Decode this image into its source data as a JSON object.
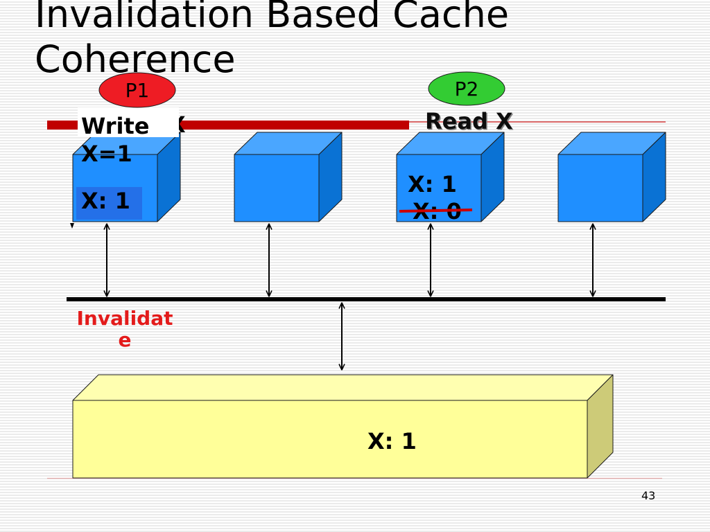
{
  "slide": {
    "title_line_1": "Invalidation Based Cache",
    "title_line_2": "Coherence",
    "slide_number": "43"
  },
  "processors": [
    {
      "label": "P1",
      "color": "#ee1c24"
    },
    {
      "label": "P2",
      "color": "#33cc33"
    }
  ],
  "p1_write": {
    "line_1": "Write",
    "line_2": "X=1",
    "clipped_fragment": "X"
  },
  "p2_read": {
    "label": "Read X"
  },
  "caches": [
    {
      "entries": [
        {
          "text": "X: 1",
          "struck": false
        }
      ]
    },
    {
      "entries": []
    },
    {
      "entries": [
        {
          "text": "X: 1",
          "struck": false
        },
        {
          "text": "X: 0",
          "struck": true
        }
      ]
    },
    {
      "entries": []
    }
  ],
  "bus": {
    "message_lines": [
      "Invalidat",
      "e"
    ]
  },
  "memory": {
    "entries": [
      {
        "text": "X: 1"
      }
    ]
  },
  "colors": {
    "cache": "#1f8fff",
    "cache_entry_highlight": "#2470e8",
    "memory": "#ffff99",
    "write_signal": "#c00000",
    "invalidate_text": "#e31b1b",
    "strikethrough": "#cc0000"
  }
}
